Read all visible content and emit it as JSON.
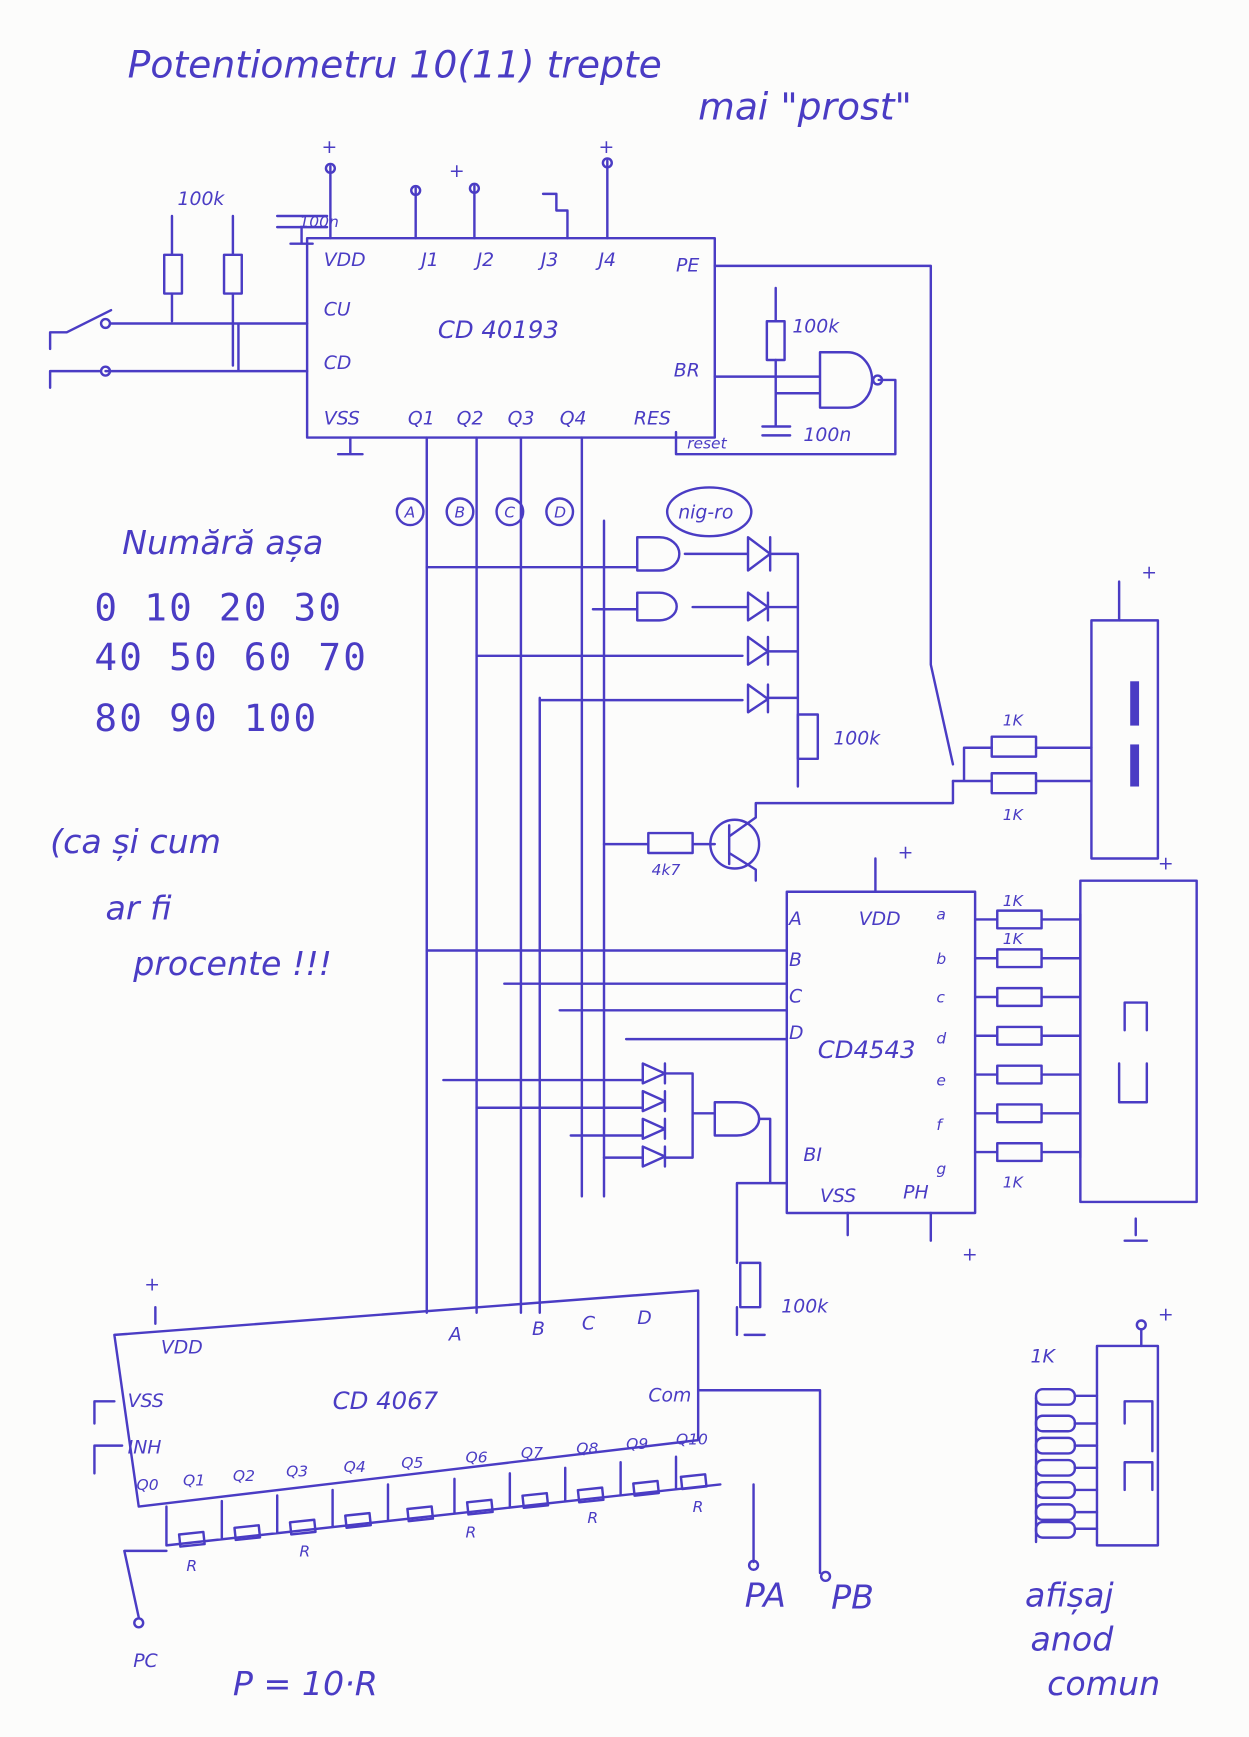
{
  "title": {
    "line1": "Potentiometru 10(11) trepte",
    "line2": "mai \"prost\""
  },
  "counter_chip": {
    "name": "CD 40193",
    "pins": {
      "vdd": "VDD",
      "j1": "J1",
      "j2": "J2",
      "j3": "J3",
      "j4": "J4",
      "pe": "PE",
      "cu": "CU",
      "cd": "CD",
      "br": "BR",
      "vss": "VSS",
      "q1": "Q1",
      "q2": "Q2",
      "q3": "Q3",
      "q4": "Q4",
      "res": "RES"
    }
  },
  "counter_parts": {
    "r_pullups": "100k",
    "cap_vdd": "100n",
    "r_br": "100k",
    "cap_reset": "100n",
    "reset_label": "reset"
  },
  "bus_labels": [
    "A",
    "B",
    "C",
    "D"
  ],
  "gate_note": "nig-ro",
  "notes": {
    "counts_heading": "Numără așa",
    "counts_row1": "0 10 20 30",
    "counts_row2": "40 50 60 70",
    "counts_row3": "80 90 100",
    "remark_line1": "(ca și cum",
    "remark_line2": "ar fi",
    "remark_line3": "procente !!!"
  },
  "mid_parts": {
    "r_pulldown": "100k",
    "r_base": "4k7",
    "r_seg1": "1K",
    "r_seg2": "1K"
  },
  "decoder_chip": {
    "name": "CD4543",
    "pins": {
      "a": "A",
      "b": "B",
      "c": "C",
      "d": "D",
      "vdd": "VDD",
      "bi": "BI",
      "vss": "VSS",
      "ph": "PH",
      "sa": "a",
      "sb": "b",
      "sc": "c",
      "sd": "d",
      "se": "e",
      "sf": "f",
      "sg": "g"
    },
    "r_top": "1K",
    "r_top2": "1K",
    "r_bottom": "1K",
    "r_bi": "100k"
  },
  "mux_chip": {
    "name": "CD 4067",
    "pins": {
      "vdd": "VDD",
      "vss": "VSS",
      "inh": "INH",
      "a": "A",
      "b": "B",
      "c": "C",
      "d": "D",
      "com": "Com"
    },
    "outputs": [
      "Q0",
      "Q1",
      "Q2",
      "Q3",
      "Q4",
      "Q5",
      "Q6",
      "Q7",
      "Q8",
      "Q9",
      "Q10"
    ],
    "resistor_label": "R"
  },
  "terminals": {
    "pa": "PA",
    "pb": "PB",
    "pc": "PC"
  },
  "formula": "P = 10·R",
  "supply": "+",
  "display_note": {
    "r": "1K",
    "line1": "afișaj",
    "line2": "anod",
    "line3": "comun"
  }
}
